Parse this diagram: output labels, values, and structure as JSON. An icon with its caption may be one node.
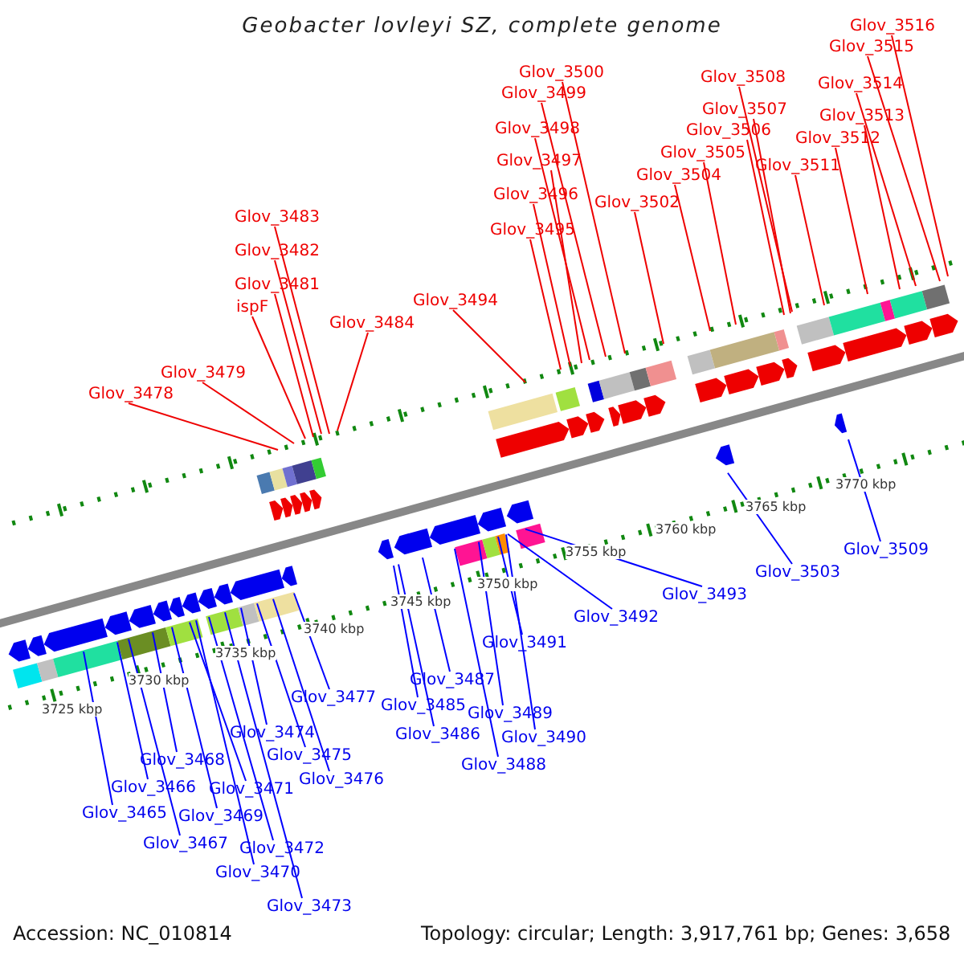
{
  "diagram": {
    "title": "Geobacter lovleyi SZ, complete genome",
    "nodes": [
      {
        "text": [
          "Glov_3516"
        ]
      },
      {
        "text": [
          "Glov_3515"
        ]
      },
      {
        "text": [
          "Glov_3500"
        ]
      },
      {
        "text": [
          "Glov_3508"
        ]
      },
      {
        "text": [
          "Glov_3514"
        ]
      },
      {
        "text": [
          "Glov_3499"
        ]
      },
      {
        "text": [
          "Glov_3507"
        ]
      },
      {
        "text": [
          "Glov_3513"
        ]
      },
      {
        "text": [
          "Glov_3498"
        ]
      },
      {
        "text": [
          "Glov_3506"
        ]
      },
      {
        "text": [
          "Glov_3512"
        ]
      },
      {
        "text": [
          "Glov_3505"
        ]
      },
      {
        "text": [
          "Glov_3497"
        ]
      },
      {
        "text": [
          "Glov_3511"
        ]
      },
      {
        "text": [
          "Glov_3504"
        ]
      },
      {
        "text": [
          "Glov_3496"
        ]
      },
      {
        "text": [
          "Glov_3502"
        ]
      },
      {
        "text": [
          "Glov_3483"
        ]
      },
      {
        "text": [
          "Glov_3495"
        ]
      },
      {
        "text": [
          "Glov_3482"
        ]
      },
      {
        "text": [
          "Glov_3481"
        ]
      },
      {
        "text": [
          "Glov_3494"
        ]
      },
      {
        "text": [
          "ispF"
        ]
      },
      {
        "text": [
          "Glov_3484"
        ]
      },
      {
        "text": [
          "Glov_3479"
        ]
      },
      {
        "text": [
          "Glov_3478"
        ]
      },
      {
        "text": [
          "Glov_3509"
        ]
      },
      {
        "text": [
          "Glov_3503"
        ]
      },
      {
        "text": [
          "Glov_3493"
        ]
      },
      {
        "text": [
          "Glov_3492"
        ]
      },
      {
        "text": [
          "Glov_3491"
        ]
      },
      {
        "text": [
          "Glov_3487"
        ]
      },
      {
        "text": [
          "Glov_3477"
        ]
      },
      {
        "text": [
          "Glov_3485"
        ]
      },
      {
        "text": [
          "Glov_3489"
        ]
      },
      {
        "text": [
          "Glov_3474"
        ]
      },
      {
        "text": [
          "Glov_3486"
        ]
      },
      {
        "text": [
          "Glov_3490"
        ]
      },
      {
        "text": [
          "Glov_3475"
        ]
      },
      {
        "text": [
          "Glov_3468"
        ]
      },
      {
        "text": [
          "Glov_3488"
        ]
      },
      {
        "text": [
          "Glov_3476"
        ]
      },
      {
        "text": [
          "Glov_3466"
        ]
      },
      {
        "text": [
          "Glov_3471"
        ]
      },
      {
        "text": [
          "Glov_3465"
        ]
      },
      {
        "text": [
          "Glov_3469"
        ]
      },
      {
        "text": [
          "Glov_3467"
        ]
      },
      {
        "text": [
          "Glov_3472"
        ]
      },
      {
        "text": [
          "Glov_3470"
        ]
      },
      {
        "text": [
          "Glov_3473"
        ]
      }
    ],
    "edges": [
      {
        "from": 0,
        "to": null,
        "arrow": "none"
      },
      {
        "from": 1,
        "to": null,
        "arrow": "none"
      },
      {
        "from": 2,
        "to": null,
        "arrow": "none"
      },
      {
        "from": 3,
        "to": null,
        "arrow": "none"
      },
      {
        "from": 4,
        "to": null,
        "arrow": "none"
      },
      {
        "from": 5,
        "to": null,
        "arrow": "none"
      },
      {
        "from": 6,
        "to": null,
        "arrow": "none"
      },
      {
        "from": 7,
        "to": null,
        "arrow": "none"
      },
      {
        "from": 8,
        "to": null,
        "arrow": "none"
      },
      {
        "from": 9,
        "to": null,
        "arrow": "none"
      },
      {
        "from": 10,
        "to": null,
        "arrow": "none"
      },
      {
        "from": 11,
        "to": null,
        "arrow": "none"
      },
      {
        "from": 12,
        "to": null,
        "arrow": "none"
      },
      {
        "from": 13,
        "to": null,
        "arrow": "none"
      },
      {
        "from": 14,
        "to": null,
        "arrow": "none"
      },
      {
        "from": 15,
        "to": null,
        "arrow": "none"
      },
      {
        "from": 16,
        "to": null,
        "arrow": "none"
      },
      {
        "from": 17,
        "to": null,
        "arrow": "none"
      },
      {
        "from": 18,
        "to": null,
        "arrow": "none"
      },
      {
        "from": 19,
        "to": null,
        "arrow": "none"
      },
      {
        "from": 20,
        "to": null,
        "arrow": "none"
      },
      {
        "from": 21,
        "to": null,
        "arrow": "none"
      },
      {
        "from": 22,
        "to": null,
        "arrow": "none"
      },
      {
        "from": 23,
        "to": null,
        "arrow": "none"
      },
      {
        "from": 24,
        "to": null,
        "arrow": "none"
      },
      {
        "from": 25,
        "to": null,
        "arrow": "none"
      },
      {
        "from": 26,
        "to": null,
        "arrow": "none",
        "color": "#0000ff"
      },
      {
        "from": 27,
        "to": null,
        "arrow": "none",
        "color": "#0000ff"
      },
      {
        "from": 28,
        "to": null,
        "arrow": "none",
        "color": "#0000ff"
      },
      {
        "from": 29,
        "to": null,
        "arrow": "none",
        "color": "#0000ff"
      },
      {
        "from": 30,
        "to": null,
        "arrow": "none",
        "color": "#0000ff"
      },
      {
        "from": 31,
        "to": null,
        "arrow": "none",
        "color": "#0000ff"
      },
      {
        "from": 32,
        "to": null,
        "arrow": "none",
        "color": "#0000ff"
      },
      {
        "from": 33,
        "to": null,
        "arrow": "none",
        "color": "#0000ff"
      },
      {
        "from": 34,
        "to": null,
        "arrow": "none",
        "color": "#0000ff"
      },
      {
        "from": 35,
        "to": null,
        "arrow": "none",
        "color": "#0000ff"
      },
      {
        "from": 36,
        "to": null,
        "arrow": "none",
        "color": "#0000ff"
      },
      {
        "from": 37,
        "to": null,
        "arrow": "none",
        "color": "#0000ff"
      },
      {
        "from": 38,
        "to": null,
        "arrow": "none",
        "color": "#0000ff"
      },
      {
        "from": 39,
        "to": null,
        "arrow": "none",
        "color": "#0000ff"
      },
      {
        "from": 40,
        "to": null,
        "arrow": "none",
        "color": "#0000ff"
      },
      {
        "from": 41,
        "to": null,
        "arrow": "none",
        "color": "#0000ff"
      },
      {
        "from": 42,
        "to": null,
        "arrow": "none",
        "color": "#0000ff"
      },
      {
        "from": 43,
        "to": null,
        "arrow": "none",
        "color": "#0000ff"
      },
      {
        "from": 44,
        "to": null,
        "arrow": "none",
        "color": "#0000ff"
      },
      {
        "from": 45,
        "to": null,
        "arrow": "none",
        "color": "#0000ff"
      },
      {
        "from": 46,
        "to": null,
        "arrow": "none",
        "color": "#0000ff"
      },
      {
        "from": 47,
        "to": null,
        "arrow": "none",
        "color": "#0000ff"
      },
      {
        "from": 48,
        "to": null,
        "arrow": "none",
        "color": "#0000ff"
      },
      {
        "from": 49,
        "to": null,
        "arrow": "none",
        "color": "#0000ff"
      }
    ],
    "labels": [
      "3770 kbp",
      "3765 kbp",
      "3760 kbp",
      "3755 kbp",
      "3750 kbp",
      "3745 kbp",
      "3740 kbp",
      "3735 kbp",
      "3730 kbp",
      "3725 kbp",
      "Accession: NC_010814",
      "Topology: circular; Length: 3,917,761 bp; Genes: 3,658"
    ]
  }
}
